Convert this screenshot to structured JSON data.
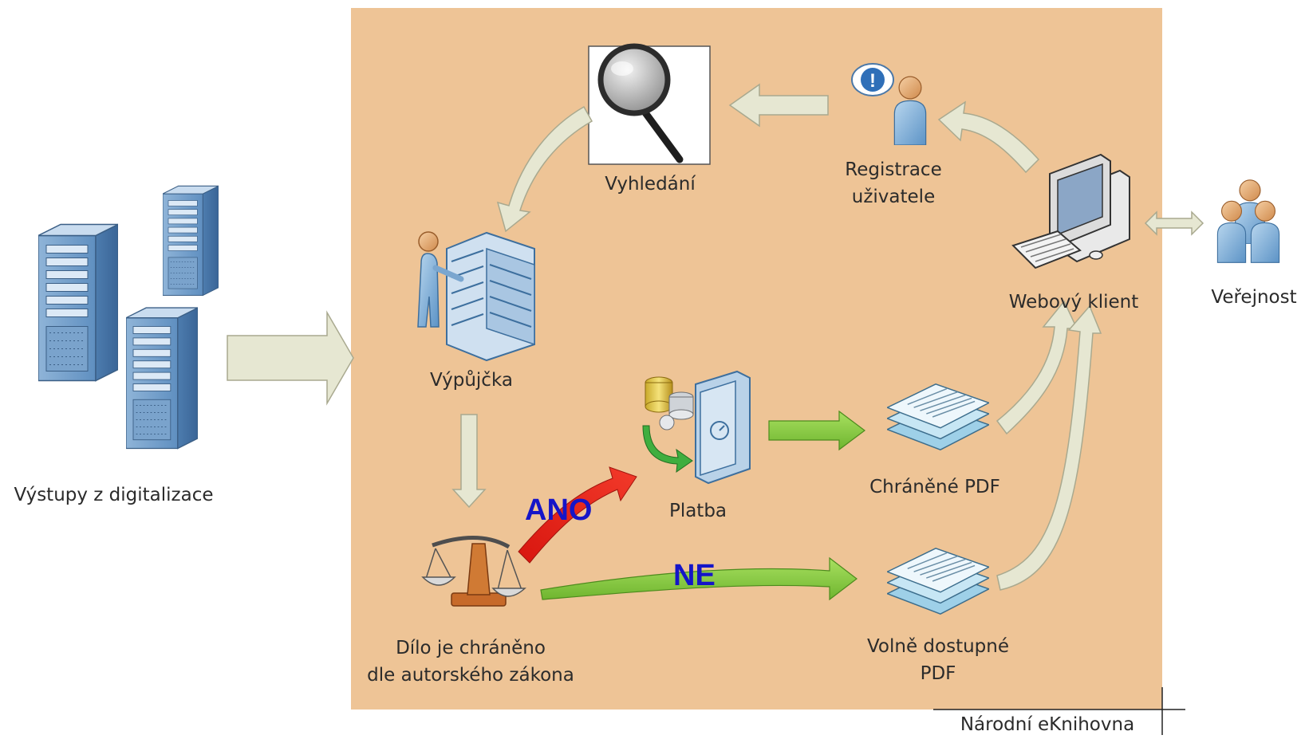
{
  "labels": {
    "vystupy": "Výstupy z digitalizace",
    "vyhledani": "Vyhledání",
    "registrace_line1": "Registrace",
    "registrace_line2": "uživatele",
    "webovy_klient": "Webový klient",
    "verejnost": "Veřejnost",
    "vypujcka": "Výpůjčka",
    "platba": "Platba",
    "chranene_pdf": "Chráněné PDF",
    "dilo_line1": "Dílo je chráněno",
    "dilo_line2": "dle autorského zákona",
    "volne_line1": "Volně dostupné",
    "volne_line2": "PDF",
    "narodni": "Národní eKnihovna",
    "ano": "ANO",
    "ne": "NE"
  },
  "icons": [
    "server-icon",
    "magnifier-icon",
    "user-question-icon",
    "computer-icon",
    "users-group-icon",
    "librarian-shelf-icon",
    "safe-coins-icon",
    "documents-stack-icon",
    "scales-icon"
  ],
  "colors": {
    "panel": "#eec496",
    "arrow_neutral": "#e6e7d2",
    "arrow_green": "#8fd34a",
    "arrow_red": "#e8231a",
    "keyword_blue": "#1515c8"
  }
}
